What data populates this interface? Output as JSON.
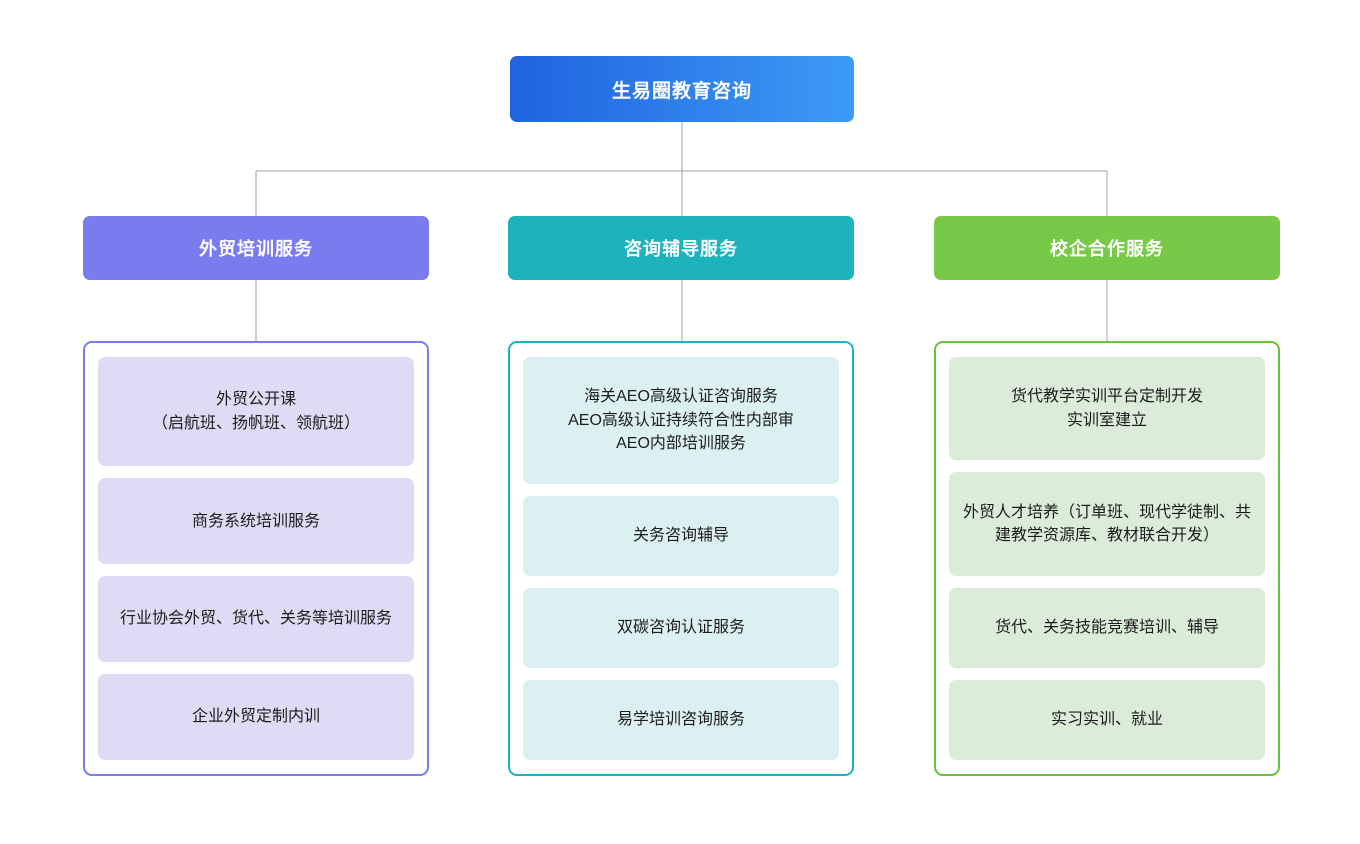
{
  "diagram": {
    "type": "organization-chart",
    "root": {
      "label": "生易圈教育咨询",
      "color_start": "#1f63e0",
      "color_end": "#3d9bf5"
    },
    "branches": [
      {
        "label": "外贸培训服务",
        "header_color": "#7b7bf0",
        "border_color": "#7b7bf0",
        "card_color": "#dedcf4",
        "items": [
          "外贸公开课\n（启航班、扬帆班、领航班）",
          "商务系统培训服务",
          "行业协会外贸、货代、关务等培训服务",
          "企业外贸定制内训"
        ]
      },
      {
        "label": "咨询辅导服务",
        "header_color": "#1cb3bd",
        "border_color": "#1cb3bd",
        "card_color": "#dcf0f1",
        "items": [
          "海关AEO高级认证咨询服务\nAEO高级认证持续符合性内部审\nAEO内部培训服务",
          "关务咨询辅导",
          "双碳咨询认证服务",
          "易学培训咨询服务"
        ]
      },
      {
        "label": "校企合作服务",
        "header_color": "#77c947",
        "border_color": "#68c13a",
        "card_color": "#dbedd9",
        "items": [
          "货代教学实训平台定制开发\n实训室建立",
          "外贸人才培养（订单班、现代学徒制、共建教学资源库、教材联合开发）",
          "货代、关务技能竞赛培训、辅导",
          "实习实训、就业"
        ]
      }
    ],
    "connector_color": "#9aa3ad"
  }
}
